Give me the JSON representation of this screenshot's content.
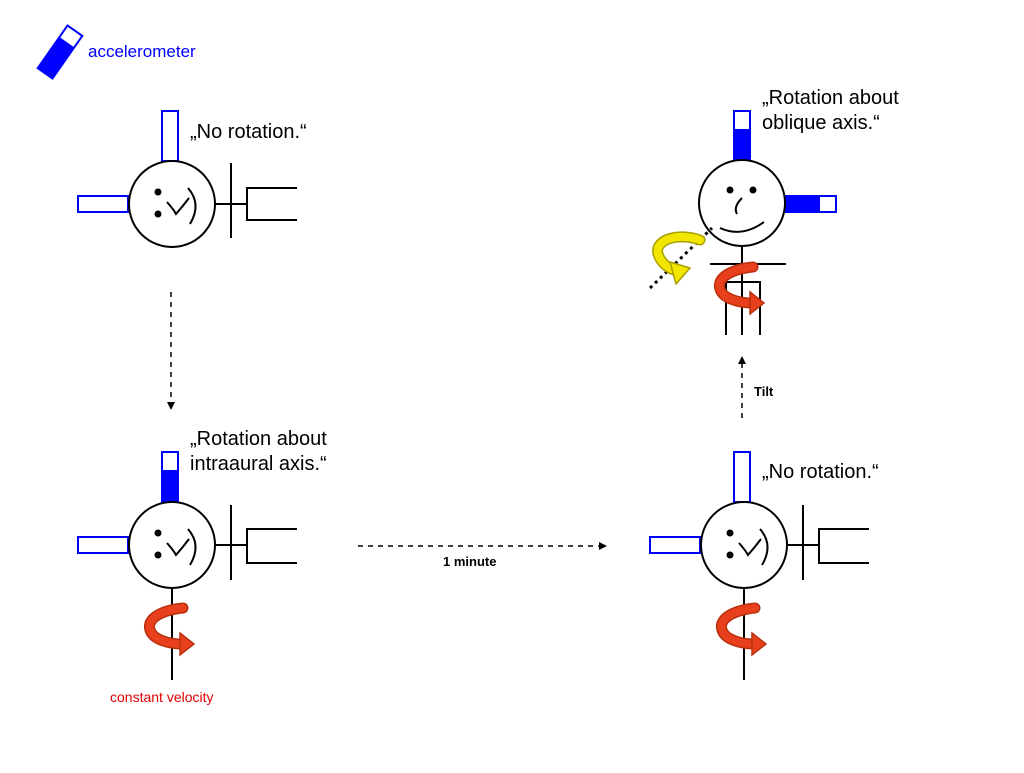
{
  "legend": {
    "text": "accelerometer",
    "color": "#0000ff"
  },
  "panels": {
    "top_left": {
      "caption": "„No rotation.“"
    },
    "bottom_left": {
      "caption_line1": "„Rotation about",
      "caption_line2": "intraaural axis.“",
      "note": "constant velocity"
    },
    "bottom_right": {
      "caption": "„No rotation.“"
    },
    "top_right": {
      "caption_line1": "„Rotation about",
      "caption_line2": "oblique axis.“"
    }
  },
  "arrows": {
    "horizontal_label": "1 minute",
    "vertical_label": "Tilt"
  },
  "colors": {
    "accelerometer": "#0000ff",
    "rotation_arrow": "#e8401c",
    "oblique_arrow": "#f2e600",
    "note": "#e00000"
  },
  "icons": [
    "accelerometer-icon",
    "face-icon",
    "rotation-arrow-icon",
    "dashed-arrow-icon"
  ]
}
